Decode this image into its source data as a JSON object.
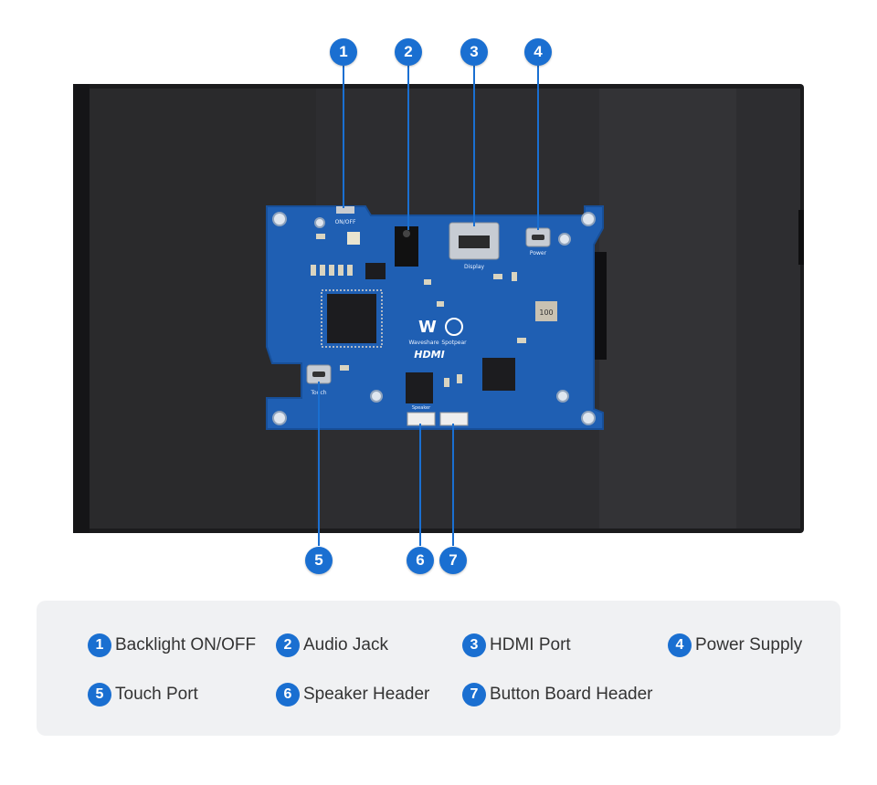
{
  "colors": {
    "accent": "#1a6fd1",
    "pcb": "#1f5fb3",
    "panel_bg": "#2a2a2d",
    "legend_bg": "#f0f1f3"
  },
  "board_text": {
    "onoff": "ON/OFF",
    "display": "Display",
    "power": "Power",
    "touch": "Touch",
    "speaker": "Speaker",
    "brand_waveshare": "Waveshare",
    "brand_spotpear": "Spotpear",
    "hdmi_logo": "HDMI",
    "resistor_marking": "100"
  },
  "callouts": [
    {
      "num": "1",
      "label": "Backlight ON/OFF"
    },
    {
      "num": "2",
      "label": "Audio Jack"
    },
    {
      "num": "3",
      "label": "HDMI Port"
    },
    {
      "num": "4",
      "label": "Power Supply"
    },
    {
      "num": "5",
      "label": "Touch Port"
    },
    {
      "num": "6",
      "label": "Speaker Header"
    },
    {
      "num": "7",
      "label": "Button Board Header"
    }
  ]
}
